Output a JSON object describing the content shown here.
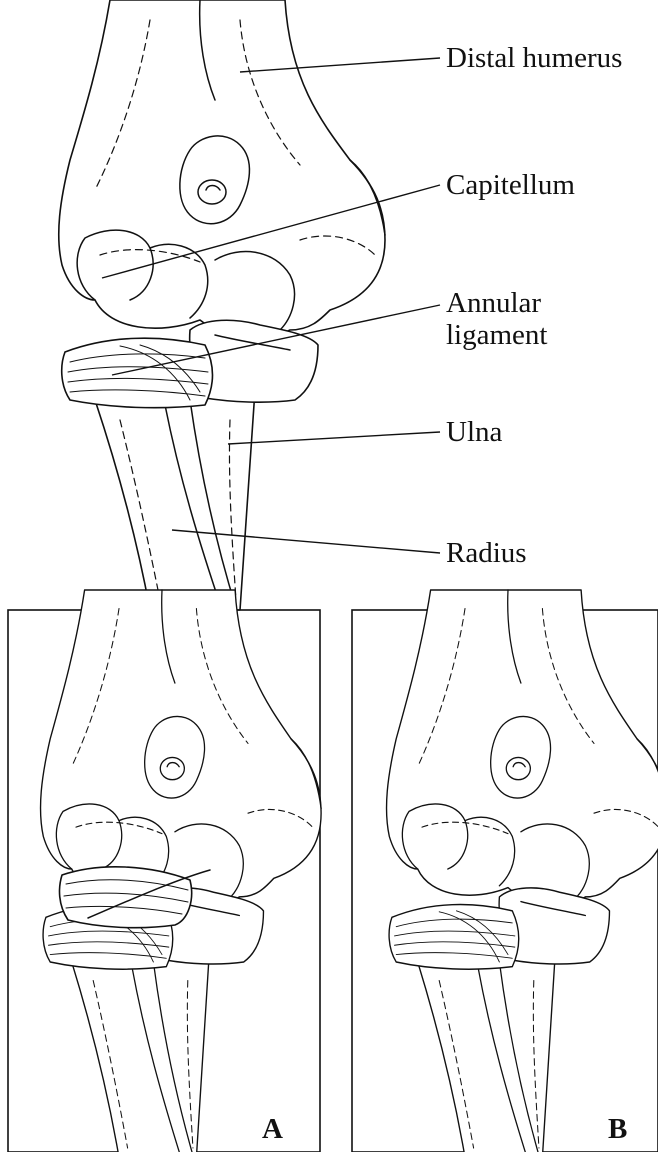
{
  "labels": {
    "distal_humerus": "Distal humerus",
    "capitellum": "Capitellum",
    "annular_ligament_line1": "Annular",
    "annular_ligament_line2": "ligament",
    "ulna": "Ulna",
    "radius": "Radius"
  },
  "panels": [
    {
      "label": "A"
    },
    {
      "label": "B"
    }
  ]
}
